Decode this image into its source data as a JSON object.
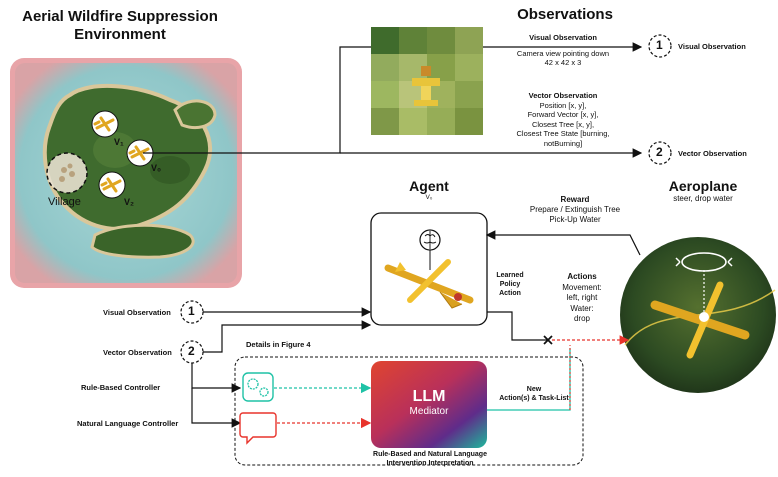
{
  "env": {
    "title_line1": "Aerial Wildfire Suppression",
    "title_line2": "Environment",
    "village_label": "Village",
    "agent_labels": [
      "V₁",
      "V₀",
      "V₂"
    ]
  },
  "observations": {
    "title": "Observations",
    "visual_heading": "Visual Observation",
    "visual_desc1": "Camera view pointing down",
    "visual_desc2": "42 x 42 x 3",
    "vector_heading": "Vector Observation",
    "vector_lines": [
      "Position [x, y],",
      "Forward Vector [x, y],",
      "Closest Tree [x, y],",
      "Closest Tree State [burning,",
      "notBurning]"
    ],
    "out_visual_num": "1",
    "out_visual_label": "Visual Observation",
    "out_vector_num": "2",
    "out_vector_label": "Vector Observation"
  },
  "agent": {
    "title": "Agent",
    "sub": "V₀",
    "learned_policy": [
      "Learned",
      "Policy",
      "Action"
    ]
  },
  "aeroplane": {
    "title": "Aeroplane",
    "sub": "steer, drop water"
  },
  "reward": {
    "heading": "Reward",
    "line1": "Prepare / Extinguish Tree",
    "line2": "Pick-Up Water"
  },
  "actions": {
    "heading": "Actions",
    "lines": [
      "Movement:",
      "left, right",
      "Water:",
      "drop"
    ]
  },
  "inputs": {
    "visual_num": "1",
    "visual_label": "Visual Observation",
    "vector_num": "2",
    "vector_label": "Vector Observation",
    "details": "Details in Figure 4",
    "rule_based": "Rule-Based Controller",
    "natural_language": "Natural Language Controller"
  },
  "llm": {
    "title": "LLM",
    "sub": "Mediator",
    "new_actions_line1": "New",
    "new_actions_line2": "Action(s) & Task-List",
    "caption_line1": "Rule-Based and Natural Language",
    "caption_line2": "Intervention Interpretation"
  },
  "colors": {
    "teal": "#1fc2a6",
    "red": "#e8342c",
    "island_green": "#3f6b2e",
    "plane_yellow": "#f2c12e"
  }
}
